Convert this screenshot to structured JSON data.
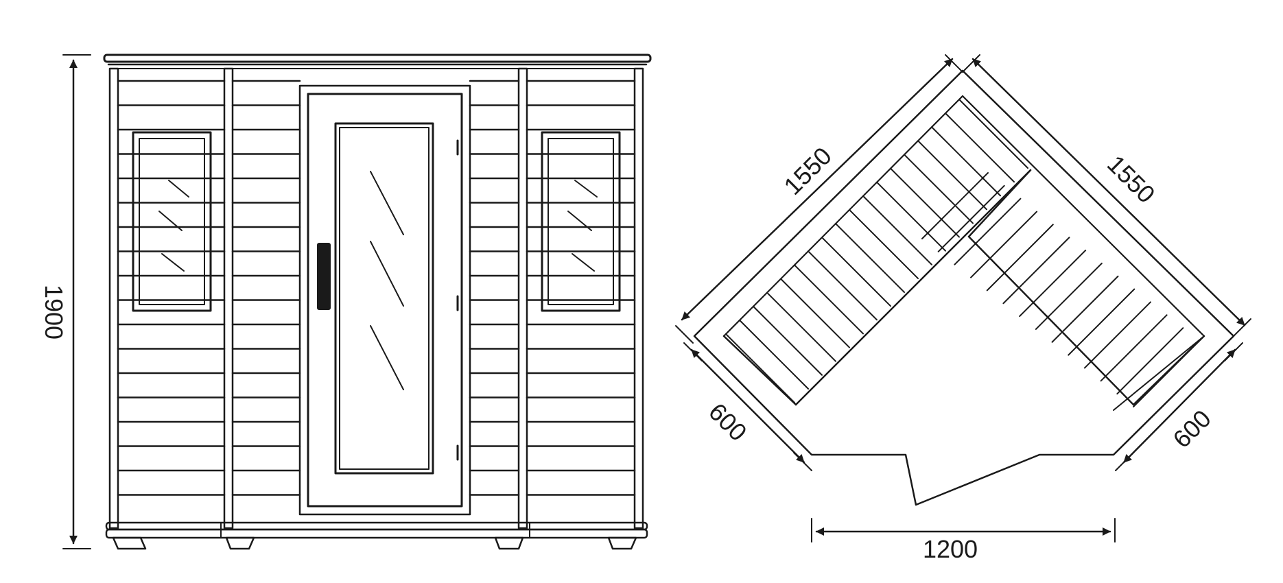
{
  "front_view": {
    "height_label": "1900"
  },
  "plan_view": {
    "top_left_side_label": "1550",
    "top_right_side_label": "1550",
    "bottom_left_side_label": "600",
    "bottom_right_side_label": "600",
    "front_width_label": "1200"
  }
}
